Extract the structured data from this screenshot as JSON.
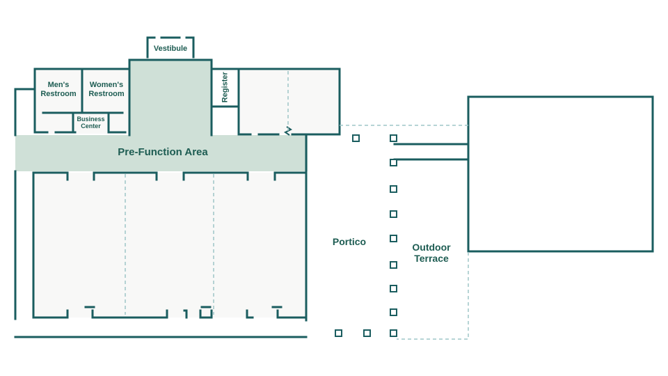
{
  "colors": {
    "wall": "#1a5d5f",
    "shade": "#cfe0d7",
    "floor": "#f8f8f7",
    "dash": "#9ec5c7",
    "text": "#1d5c52"
  },
  "rooms": {
    "vestibule": "Vestibule",
    "mens_restroom": "Men's\nRestroom",
    "womens_restroom": "Women's\nRestroom",
    "business_center": "Business\nCenter",
    "register": "Register",
    "pre_function": "Pre-Function Area",
    "portico": "Portico",
    "outdoor_terrace": "Outdoor\nTerrace"
  }
}
